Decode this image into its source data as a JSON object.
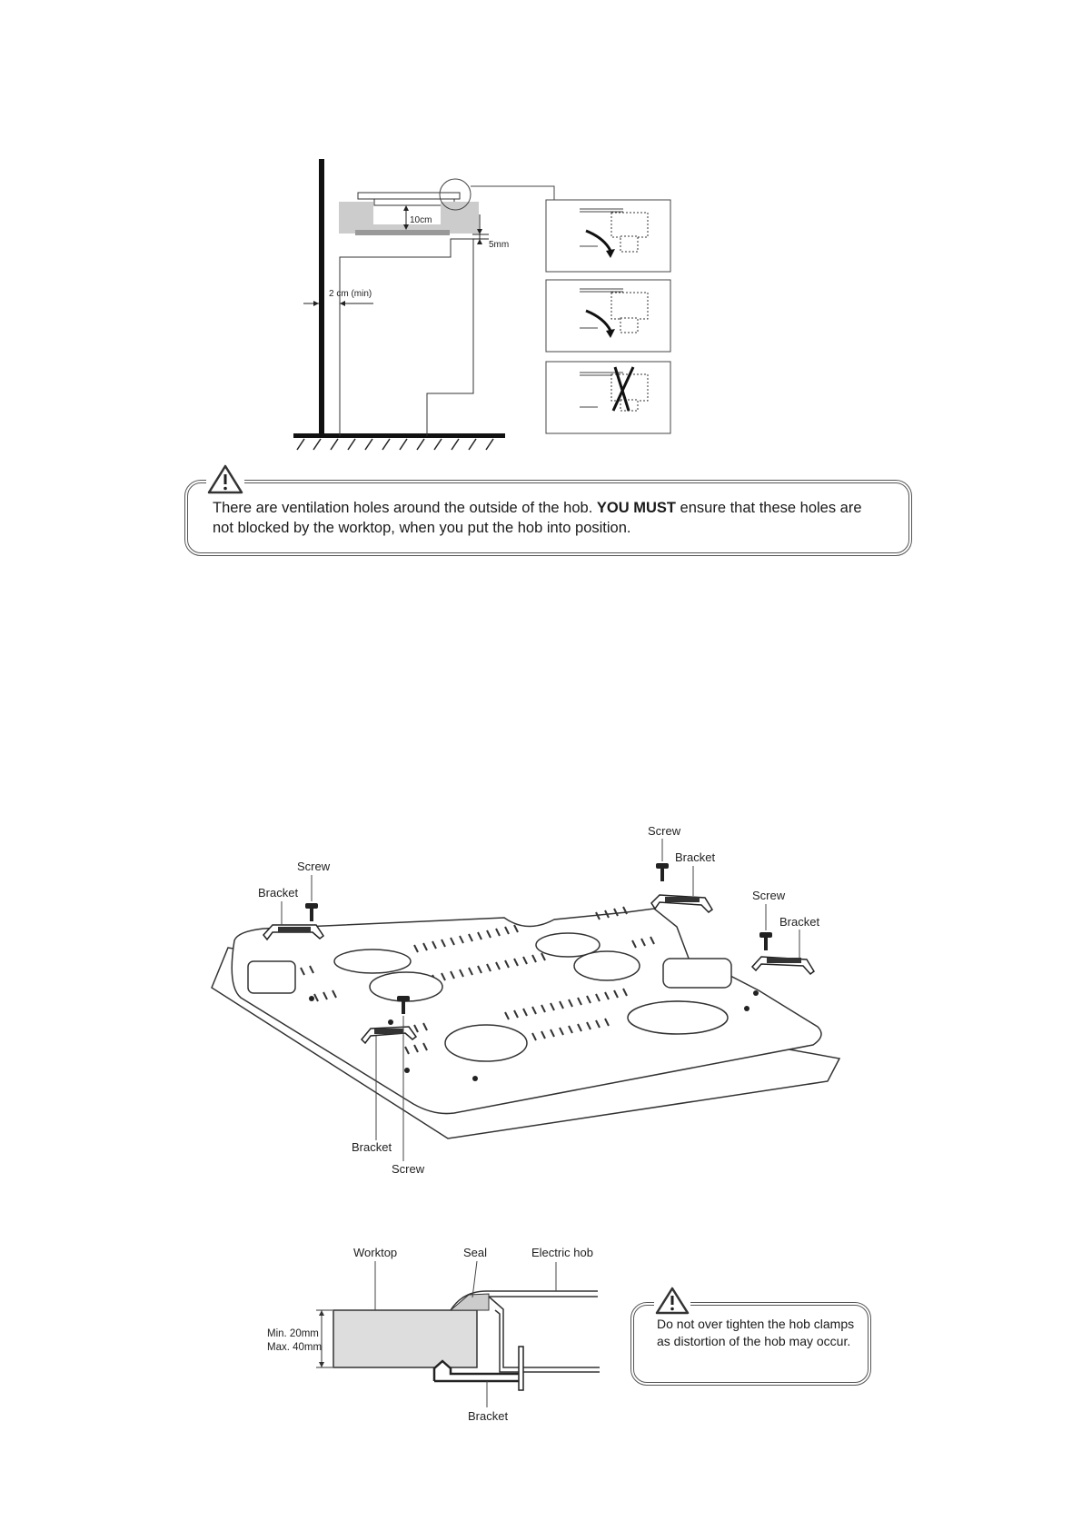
{
  "diagram1": {
    "gap_label": "10cm",
    "clearance_label": "5mm",
    "wall_gap_label": "2 cm (min)"
  },
  "warning1": {
    "text_before": "There are ventilation holes around the outside of the hob. ",
    "text_bold": "YOU MUST",
    "text_after": " ensure that these holes are not blocked by the worktop, when you put the hob into position."
  },
  "diagram2": {
    "labels": {
      "screw_top": "Screw",
      "bracket_top": "Bracket",
      "screw_right": "Screw",
      "bracket_right": "Bracket",
      "screw_left": "Screw",
      "bracket_left": "Bracket",
      "bracket_bottom": "Bracket",
      "screw_bottom": "Screw"
    }
  },
  "diagram3": {
    "labels": {
      "worktop": "Worktop",
      "seal": "Seal",
      "electric_hob": "Electric hob",
      "thickness_min": "Min. 20mm",
      "thickness_max": "Max. 40mm",
      "bracket": "Bracket"
    }
  },
  "warning2": {
    "text": "Do not over tighten the hob clamps as distortion of the hob may occur."
  }
}
